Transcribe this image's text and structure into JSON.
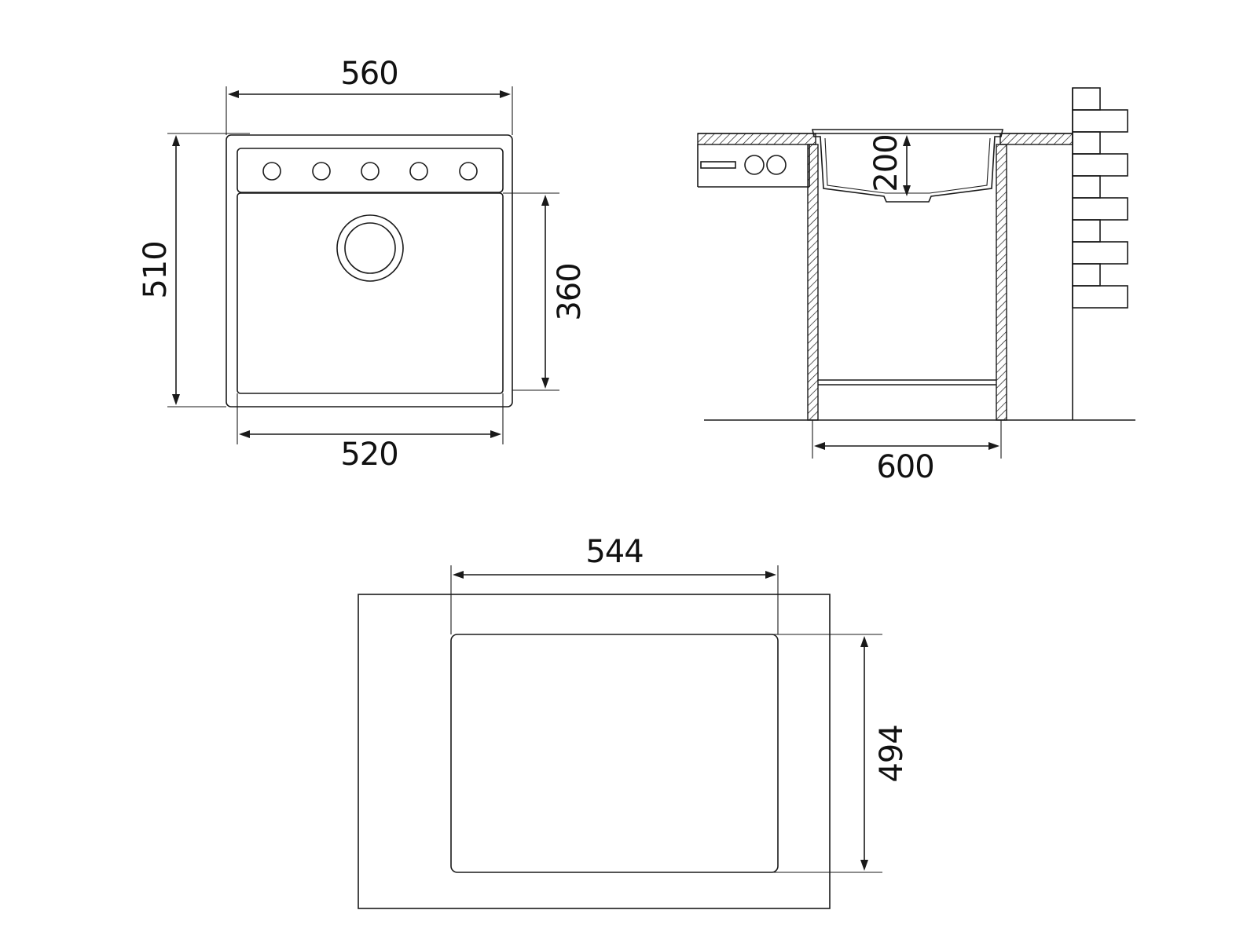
{
  "dimensions": {
    "sink_width": "560",
    "sink_depth": "510",
    "bowl_depth": "360",
    "bowl_width": "520",
    "bowl_height": "200",
    "cabinet_width": "600",
    "cutout_width": "544",
    "cutout_depth": "494"
  },
  "colors": {
    "line": "#1a1a1a",
    "text": "#111111",
    "background": "#ffffff"
  }
}
